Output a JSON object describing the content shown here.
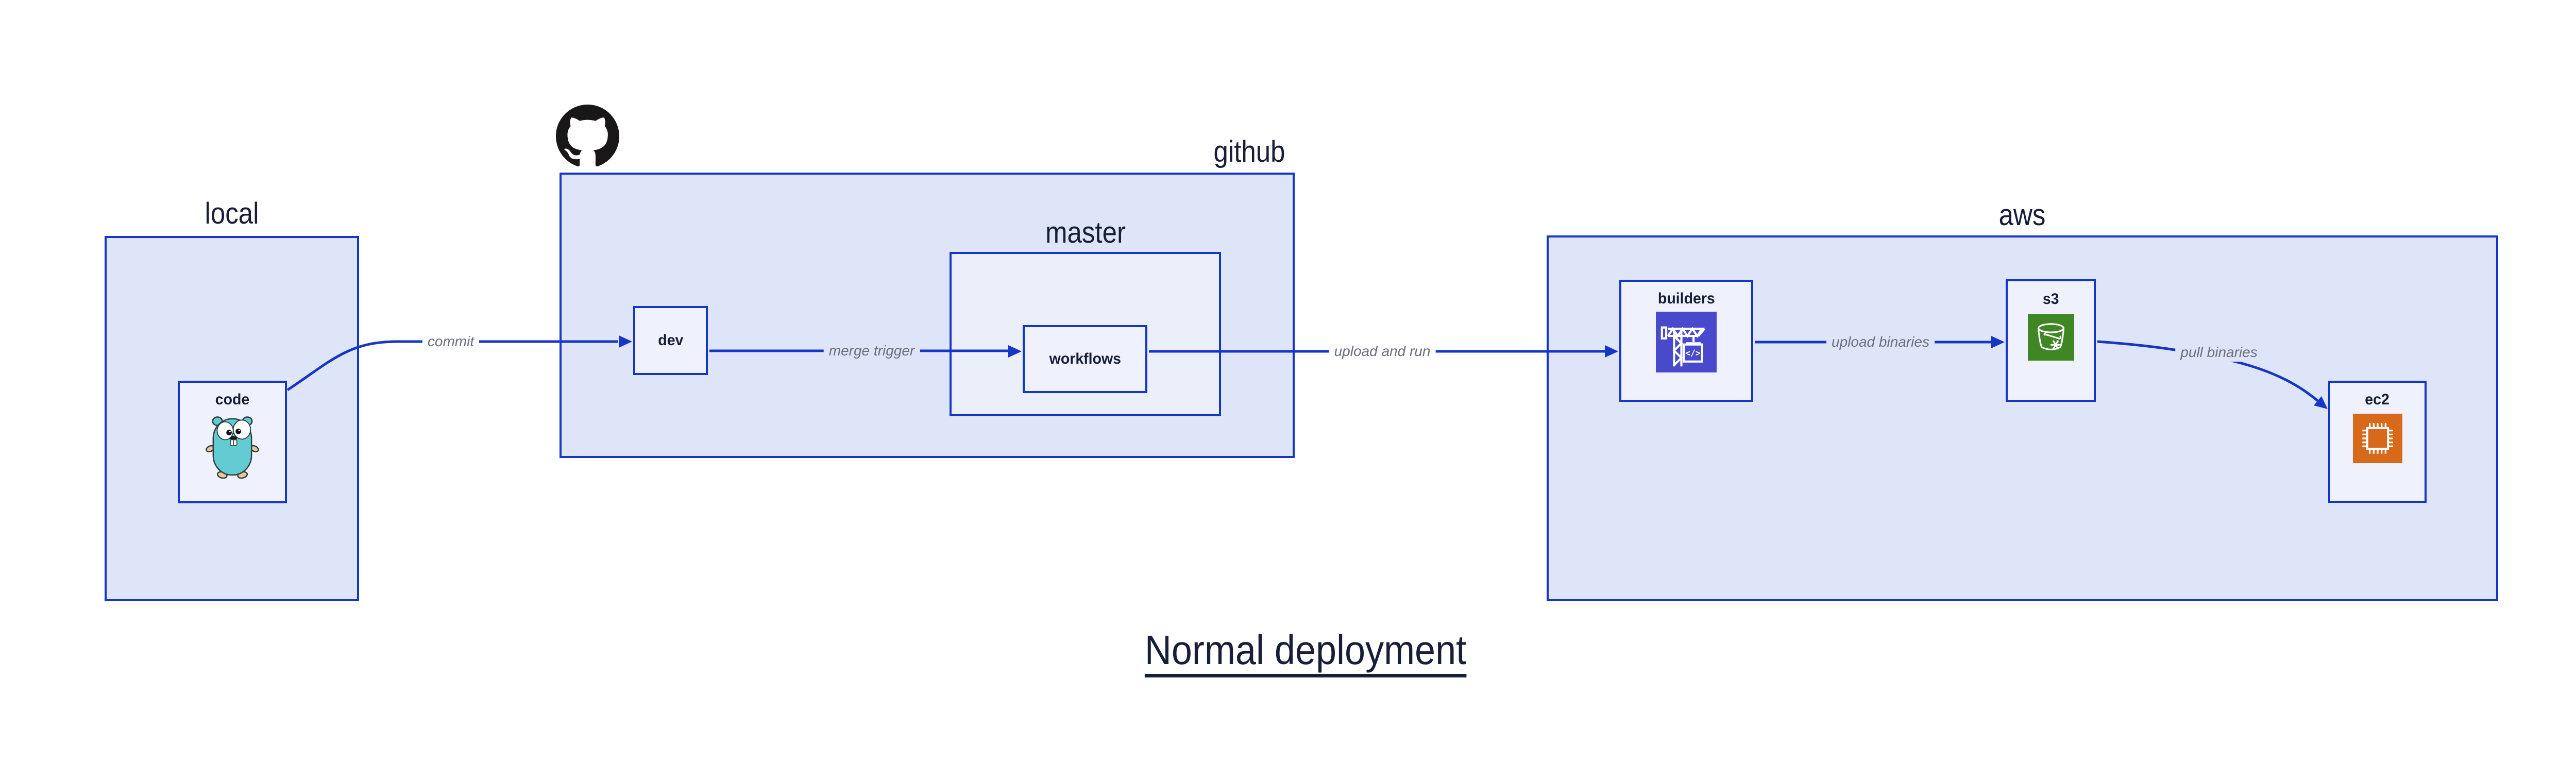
{
  "page": {
    "background": "#ffffff"
  },
  "title": {
    "text": "Normal deployment"
  },
  "colors": {
    "accent_blue": "#1636C6",
    "container_fill": "#DFE5F8",
    "nested_container_fill": "#EBEFFA",
    "node_fill": "#EFF2FC",
    "navy_text": "#161E38",
    "edge_label_gray": "#6A6F7C",
    "codebuild_purple": "#4949CB",
    "s3_green": "#3F8624",
    "ec2_orange": "#D9691A",
    "gopher_teal": "#63CCD3",
    "github_black": "#191717"
  },
  "containers": {
    "local": {
      "label": "local"
    },
    "github": {
      "label": "github"
    },
    "master": {
      "label": "master"
    },
    "aws": {
      "label": "aws"
    }
  },
  "nodes": {
    "code": {
      "label": "code",
      "icon": "go-gopher-icon"
    },
    "dev": {
      "label": "dev"
    },
    "workflows": {
      "label": "workflows"
    },
    "builders": {
      "label": "builders",
      "icon": "codebuild-crane-icon"
    },
    "s3": {
      "label": "s3",
      "icon": "s3-glacier-bucket-icon"
    },
    "ec2": {
      "label": "ec2",
      "icon": "ec2-chip-icon"
    }
  },
  "edges": {
    "commit": {
      "label": "commit",
      "from": "code",
      "to": "dev"
    },
    "merge_trigger": {
      "label": "merge trigger",
      "from": "dev",
      "to": "workflows"
    },
    "upload_and_run": {
      "label": "upload and run",
      "from": "workflows",
      "to": "builders"
    },
    "upload_binaries": {
      "label": "upload binaries",
      "from": "builders",
      "to": "s3"
    },
    "pull_binaries": {
      "label": "pull binaries",
      "from": "s3",
      "to": "ec2"
    }
  }
}
